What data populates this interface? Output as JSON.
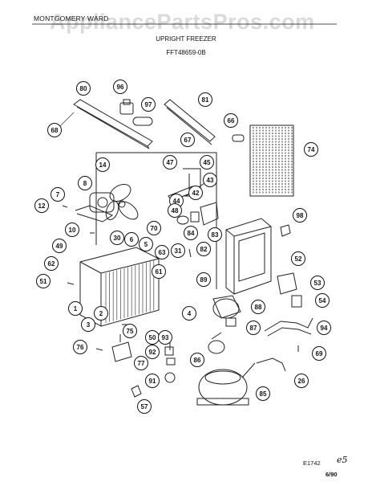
{
  "header": {
    "brand": "MONTGOMERY WARD",
    "watermark": "AppliancePartsPros.com",
    "title": "UPRIGHT FREEZER",
    "model": "FFT48659-0B"
  },
  "footer": {
    "figure_code": "E1742",
    "date": "6/90",
    "mark": "e5"
  },
  "callouts": [
    "80",
    "96",
    "97",
    "81",
    "68",
    "66",
    "67",
    "74",
    "14",
    "47",
    "45",
    "8",
    "43",
    "7",
    "42",
    "44",
    "12",
    "48",
    "98",
    "70",
    "10",
    "84",
    "83",
    "30",
    "6",
    "5",
    "49",
    "63",
    "31",
    "82",
    "52",
    "62",
    "61",
    "89",
    "53",
    "51",
    "54",
    "88",
    "1",
    "2",
    "4",
    "3",
    "87",
    "94",
    "75",
    "50",
    "93",
    "76",
    "92",
    "86",
    "77",
    "69",
    "91",
    "26",
    "85",
    "57"
  ]
}
